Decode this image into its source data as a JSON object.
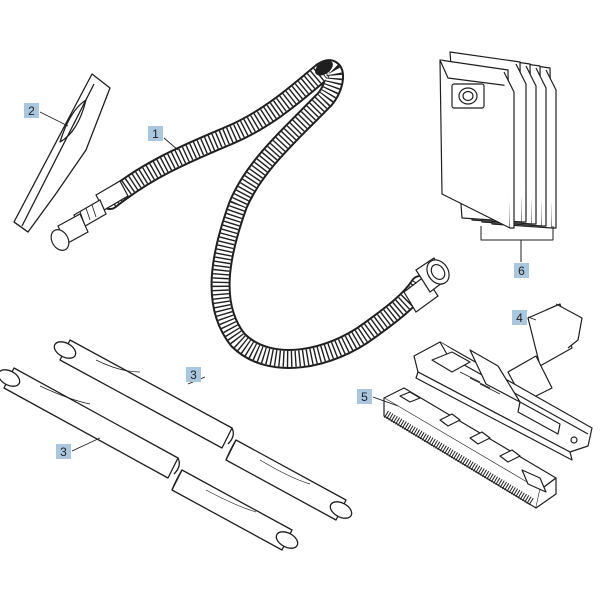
{
  "diagram": {
    "callouts": [
      {
        "id": "hose",
        "label": "1"
      },
      {
        "id": "crevice-nozzle",
        "label": "2"
      },
      {
        "id": "tube-right",
        "label": "3"
      },
      {
        "id": "tube-left",
        "label": "3"
      },
      {
        "id": "floor-nozzle",
        "label": "4"
      },
      {
        "id": "brush-strip",
        "label": "5"
      },
      {
        "id": "filter-bags",
        "label": "6"
      }
    ],
    "colors": {
      "callout_fill": "#a9c7df",
      "line": "#1f1f1f",
      "hose_fill": "#ffffff"
    }
  }
}
